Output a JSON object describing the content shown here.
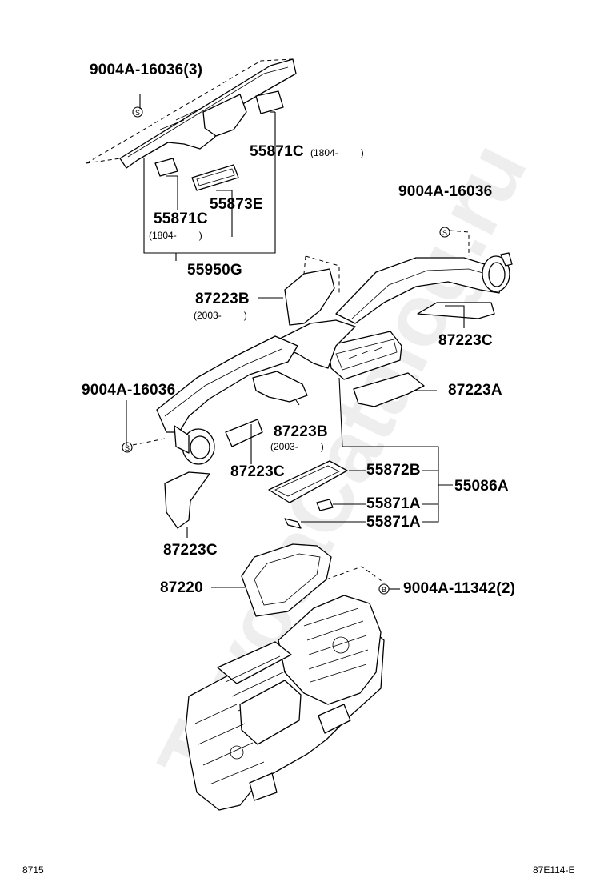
{
  "labels": {
    "clip_top": "9004A-16036(3)",
    "p55871c_top": "55871C",
    "p55871c_top_note": "(1804-",
    "p55871c_left": "55871C",
    "p55871c_left_note": "(1804-",
    "p55873e": "55873E",
    "p55950g": "55950G",
    "clip_right": "9004A-16036",
    "p87223b_top": "87223B",
    "p87223b_top_note": "(2003-",
    "p87223c_right": "87223C",
    "p87223a": "87223A",
    "clip_left": "9004A-16036",
    "p87223b_mid": "87223B",
    "p87223b_mid_note": "(2003-",
    "p87223c_mid": "87223C",
    "p55872b": "55872B",
    "p55086a": "55086A",
    "p55871a_1": "55871A",
    "p55871a_2": "55871A",
    "p87223c_low": "87223C",
    "p87220": "87220",
    "bolt": "9004A-11342(2)"
  },
  "symbols": {
    "screw": "S",
    "bolt": "B"
  },
  "footer": {
    "page_code": "8715",
    "figure_code": "87E114-E"
  },
  "watermark": "ToyotaCatalog.ru"
}
